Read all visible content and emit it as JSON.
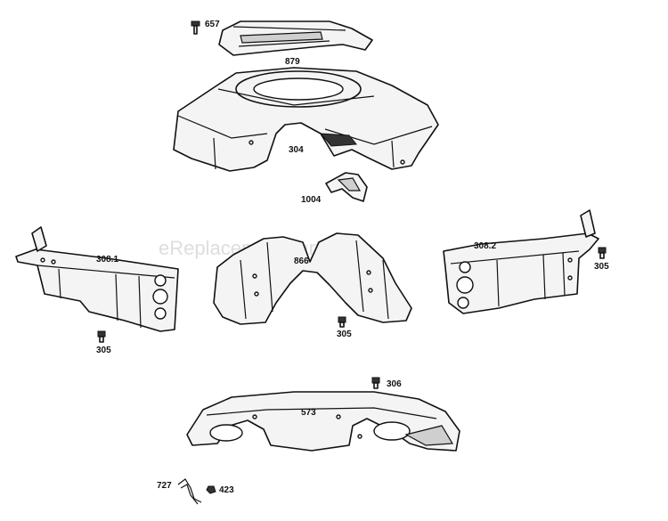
{
  "watermark": "eReplacementParts.com",
  "callouts": {
    "c657": "657",
    "c879": "879",
    "c304": "304",
    "c1004": "1004",
    "c308_1": "308.1",
    "c866": "866",
    "c308_2": "308.2",
    "c305_left": "305",
    "c305_mid": "305",
    "c305_right": "305",
    "c306": "306",
    "c573": "573",
    "c727": "727",
    "c423": "423"
  }
}
